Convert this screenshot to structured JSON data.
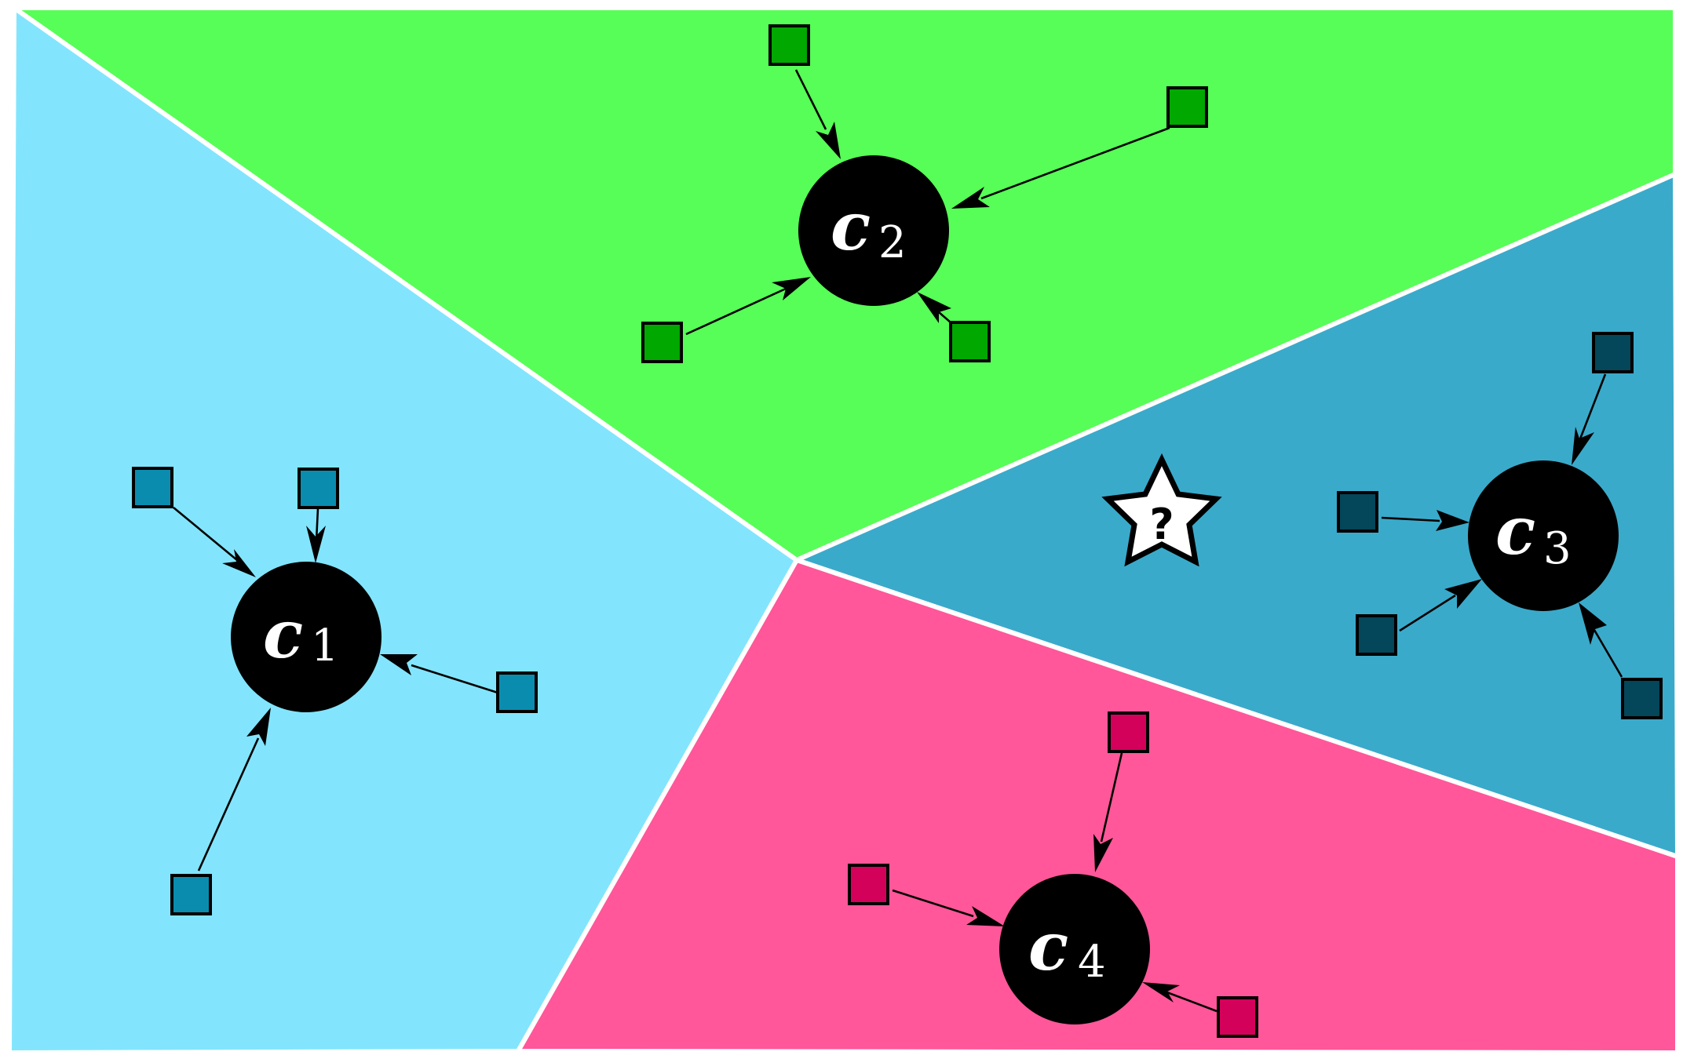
{
  "colors": {
    "cluster_1_region": "#82E5FD",
    "cluster_1_point": "#0A8CAF",
    "cluster_2_region": "#57FE57",
    "cluster_2_point": "#00A800",
    "cluster_3_region": "#3AAACA",
    "cluster_3_point": "#04465A",
    "cluster_4_region": "#FF5799",
    "cluster_4_point": "#D4015B",
    "centroid": "#000000",
    "boundary": "#FFFFFF"
  },
  "clusters": [
    {
      "id": "1",
      "letter": "c",
      "subscript": "1",
      "point_count": 4
    },
    {
      "id": "2",
      "letter": "c",
      "subscript": "2",
      "point_count": 4
    },
    {
      "id": "3",
      "letter": "c",
      "subscript": "3",
      "point_count": 4
    },
    {
      "id": "4",
      "letter": "c",
      "subscript": "4",
      "point_count": 3
    }
  ],
  "query": {
    "symbol": "?",
    "icon": "star-icon"
  }
}
